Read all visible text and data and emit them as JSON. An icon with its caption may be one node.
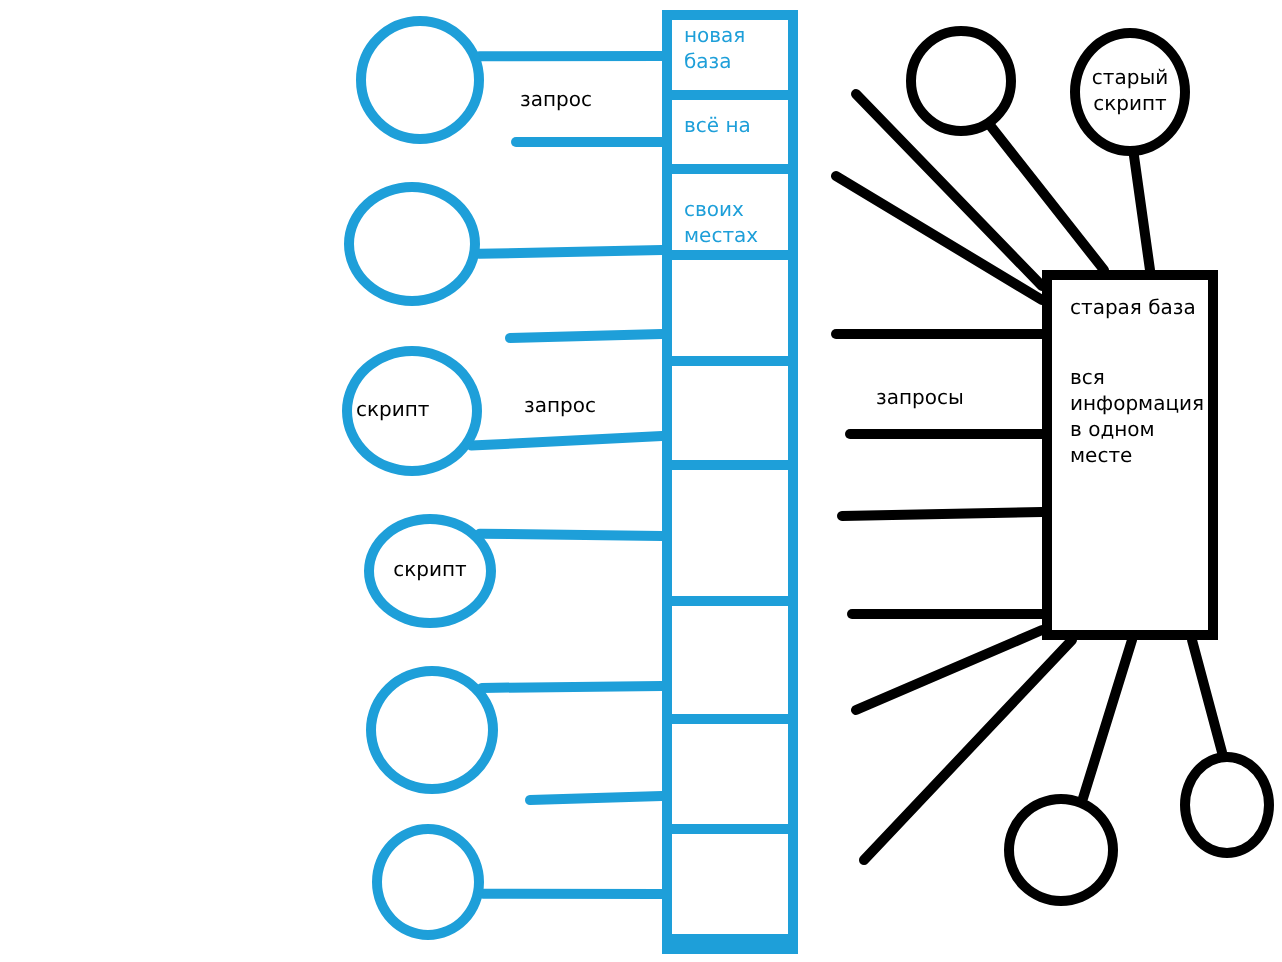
{
  "diagram": {
    "nodes": [
      {
        "text": [],
        "shape": "circle"
      },
      {
        "text": [],
        "shape": "circle"
      },
      {
        "text": [
          "скрипт"
        ]
      },
      {
        "text": [
          "скрипт"
        ]
      },
      {
        "text": [],
        "shape": "circle"
      },
      {
        "text": [],
        "shape": "circle"
      },
      {
        "text": [],
        "shape": "box"
      },
      {
        "text": [
          "новая база"
        ],
        "in": 6
      },
      {
        "text": [
          "всё на"
        ],
        "in": 6
      },
      {
        "text": [
          "своих местах"
        ],
        "in": 6
      },
      {
        "text": [],
        "shape": "box",
        "in": 6
      },
      {
        "text": [],
        "shape": "box",
        "in": 6
      },
      {
        "text": [],
        "shape": "box",
        "in": 6
      },
      {
        "text": [],
        "shape": "box",
        "in": 6
      },
      {
        "text": [],
        "shape": "box",
        "in": 6
      },
      {
        "text": [],
        "shape": "box",
        "in": 6
      },
      {
        "text": [],
        "shape": "circle"
      },
      {
        "text": [
          "старый скрипт"
        ]
      },
      {
        "text": [
          "старая база",
          "вся информация в одном месте"
        ]
      },
      {
        "text": [],
        "shape": "circle"
      },
      {
        "text": [],
        "shape": "circle"
      }
    ],
    "edges": [
      {
        "from": 0,
        "to": 7,
        "arrow": "none",
        "color": "#1e9fd9"
      },
      {
        "from": null,
        "to": 8,
        "arrow": "none",
        "color": "#1e9fd9"
      },
      {
        "from": 1,
        "to": 9,
        "arrow": "none",
        "color": "#1e9fd9"
      },
      {
        "from": null,
        "to": 10,
        "arrow": "none",
        "color": "#1e9fd9"
      },
      {
        "from": 2,
        "to": 11,
        "arrow": "none",
        "color": "#1e9fd9"
      },
      {
        "from": 3,
        "to": 12,
        "arrow": "none",
        "color": "#1e9fd9"
      },
      {
        "from": 4,
        "to": 13,
        "arrow": "none",
        "color": "#1e9fd9"
      },
      {
        "from": null,
        "to": 14,
        "arrow": "none",
        "color": "#1e9fd9"
      },
      {
        "from": 5,
        "to": 15,
        "arrow": "none",
        "color": "#1e9fd9"
      },
      {
        "from": null,
        "to": 18,
        "arrow": "none"
      },
      {
        "from": null,
        "to": 18,
        "arrow": "none"
      },
      {
        "from": 16,
        "to": 18,
        "arrow": "none"
      },
      {
        "from": 17,
        "to": 18,
        "arrow": "none"
      },
      {
        "from": null,
        "to": 18,
        "arrow": "none"
      },
      {
        "from": null,
        "to": 18,
        "arrow": "none"
      },
      {
        "from": null,
        "to": 18,
        "arrow": "none"
      },
      {
        "from": null,
        "to": 18,
        "arrow": "none"
      },
      {
        "from": null,
        "to": 18,
        "arrow": "none"
      },
      {
        "from": null,
        "to": 18,
        "arrow": "none"
      },
      {
        "from": 18,
        "to": 19,
        "arrow": "none"
      },
      {
        "from": 18,
        "to": 20,
        "arrow": "none"
      }
    ],
    "labels": [
      "запрос",
      "запрос",
      "запросы"
    ]
  }
}
